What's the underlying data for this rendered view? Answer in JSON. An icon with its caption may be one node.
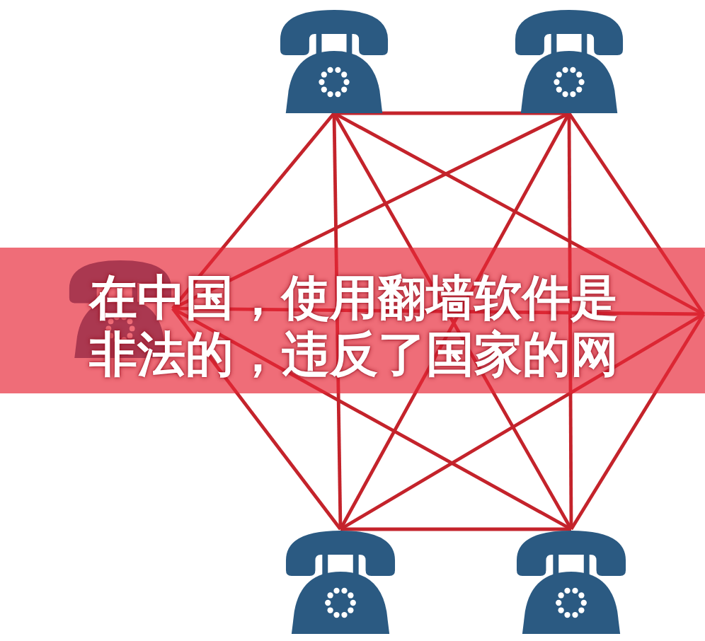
{
  "diagram": {
    "title": "在中国，使用翻墙软件是非法的，违反了国家的网",
    "nodes": [
      {
        "text": [],
        "shape": "picture"
      },
      {
        "text": [],
        "shape": "picture"
      },
      {
        "text": [],
        "shape": "picture"
      },
      {
        "text": [],
        "shape": "picture"
      },
      {
        "text": [],
        "shape": "picture"
      }
    ],
    "edges": [
      {
        "from": 0,
        "to": 1,
        "arrow": "none"
      },
      {
        "from": 0,
        "to": 2,
        "arrow": "none"
      },
      {
        "from": 0,
        "to": 3,
        "arrow": "none"
      },
      {
        "from": 0,
        "to": 4,
        "arrow": "none"
      },
      {
        "from": 0,
        "to": null,
        "arrow": "none"
      },
      {
        "from": 1,
        "to": 2,
        "arrow": "none"
      },
      {
        "from": 1,
        "to": 3,
        "arrow": "none"
      },
      {
        "from": 1,
        "to": 4,
        "arrow": "none"
      },
      {
        "from": 1,
        "to": null,
        "arrow": "none"
      },
      {
        "from": 2,
        "to": 3,
        "arrow": "none"
      },
      {
        "from": 2,
        "to": 4,
        "arrow": "none"
      },
      {
        "from": 2,
        "to": null,
        "arrow": "none"
      },
      {
        "from": 3,
        "to": 4,
        "arrow": "none"
      },
      {
        "from": 3,
        "to": null,
        "arrow": "none"
      },
      {
        "from": 4,
        "to": null,
        "arrow": "none"
      }
    ]
  }
}
